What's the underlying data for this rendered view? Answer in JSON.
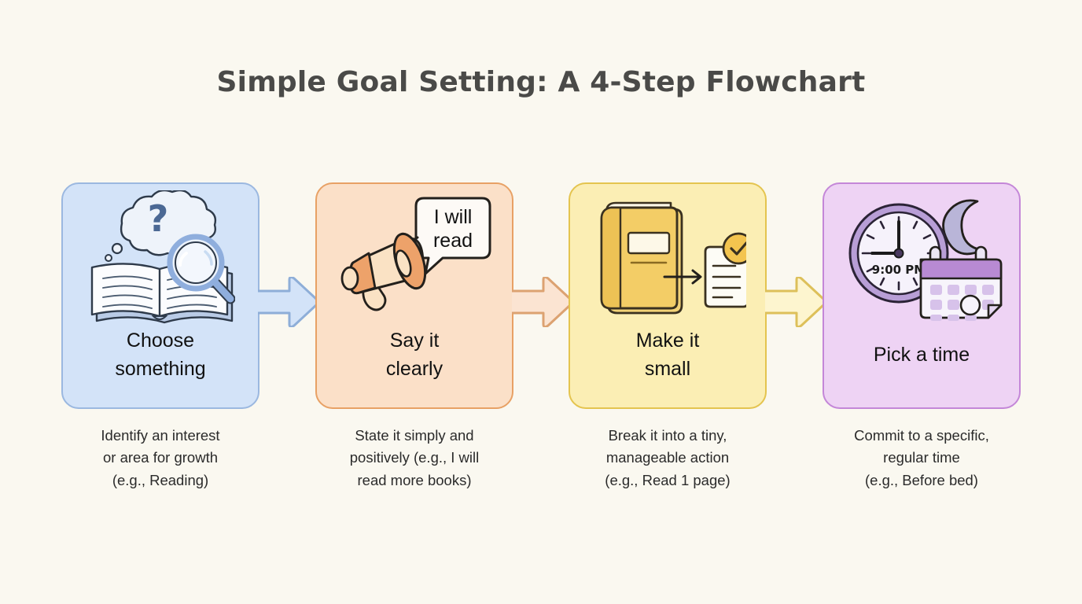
{
  "page": {
    "title": "Simple Goal Setting: A 4-Step Flowchart",
    "background_color": "#faf8f0",
    "title_color": "#4a4a48"
  },
  "steps": [
    {
      "id": "choose-something",
      "label_line1": "Choose",
      "label_line2": "something",
      "caption_line1": "Identify an interest",
      "caption_line2": "or area for growth",
      "caption_line3": "(e.g., Reading)",
      "fill": "#d3e3f8",
      "border": "#9bb8e0",
      "icon": "open-book-magnifier-thought-bubble-icon",
      "icon_text": "?",
      "arrow_color": "#8eaed8",
      "arrow_fill": "#d3e3f8"
    },
    {
      "id": "say-it-clearly",
      "label_line1": "Say it",
      "label_line2": "clearly",
      "caption_line1": "State it simply and",
      "caption_line2": "positively (e.g., I will",
      "caption_line3": "read more books)",
      "fill": "#fbe0c8",
      "border": "#e8a165",
      "icon": "megaphone-speech-bubble-icon",
      "bubble_line1": "I will",
      "bubble_line2": "read",
      "arrow_color": "#dca271",
      "arrow_fill": "#fbe4d2"
    },
    {
      "id": "make-it-small",
      "label_line1": "Make it",
      "label_line2": "small",
      "caption_line1": "Break it into a tiny,",
      "caption_line2": "manageable action",
      "caption_line3": "(e.g., Read 1 page)",
      "fill": "#fbeeb4",
      "border": "#e4c44f",
      "icon": "book-to-checklist-icon",
      "arrow_color": "#ddc05a",
      "arrow_fill": "#fdf5cf"
    },
    {
      "id": "pick-a-time",
      "label_line1": "Pick a time",
      "label_line2": "",
      "caption_line1": "Commit to a specific,",
      "caption_line2": "regular time",
      "caption_line3": "(e.g., Before bed)",
      "fill": "#eed3f4",
      "border": "#c487d8",
      "icon": "clock-calendar-moon-icon",
      "clock_text": "9:00 PM",
      "arrow_color": "",
      "arrow_fill": ""
    }
  ]
}
